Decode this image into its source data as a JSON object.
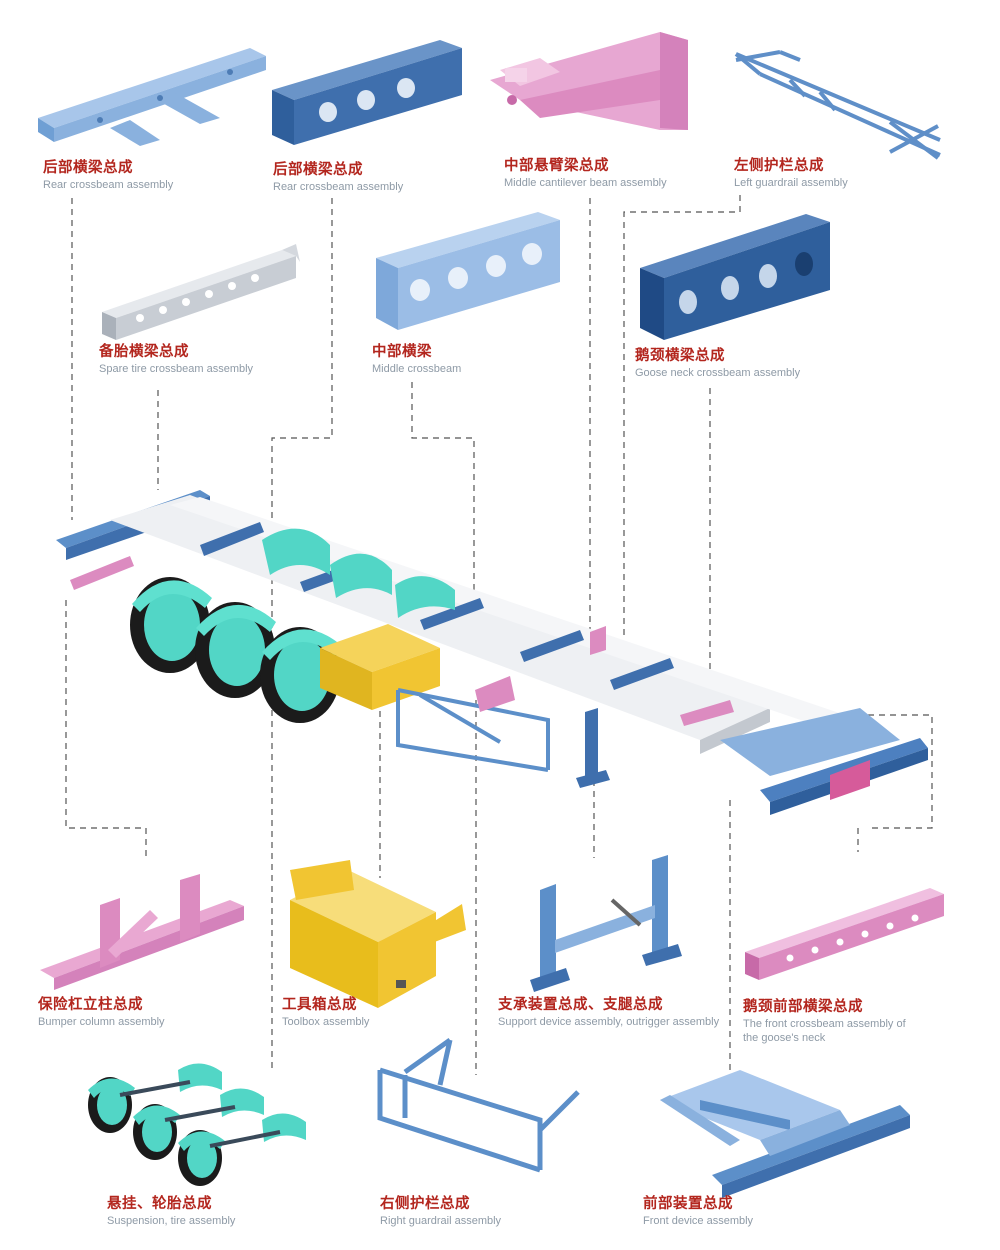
{
  "colors": {
    "label_cn": "#b3261e",
    "label_en": "#8e9aa6",
    "leader_line": "#555555",
    "light_blue": "#8ab1de",
    "mid_blue": "#5c8fc9",
    "dark_blue": "#2f5f9c",
    "pink": "#dc8bc0",
    "grey": "#d4d8de",
    "teal": "#52d6c6",
    "yellow": "#f1c532"
  },
  "labels": {
    "rear_crossbeam_1": {
      "cn": "后部横梁总成",
      "en": "Rear crossbeam assembly"
    },
    "rear_crossbeam_2": {
      "cn": "后部横梁总成",
      "en": "Rear crossbeam assembly"
    },
    "middle_cantilever": {
      "cn": "中部悬臂梁总成",
      "en": "Middle cantilever beam assembly"
    },
    "left_guardrail": {
      "cn": "左侧护栏总成",
      "en": "Left guardrail assembly"
    },
    "spare_tire": {
      "cn": "备胎横梁总成",
      "en": "Spare tire crossbeam assembly"
    },
    "middle_crossbeam": {
      "cn": "中部横梁",
      "en": "Middle crossbeam"
    },
    "goose_neck_crossbeam": {
      "cn": "鹅颈横梁总成",
      "en": "Goose neck crossbeam assembly"
    },
    "bumper_column": {
      "cn": "保险杠立柱总成",
      "en": "Bumper column assembly"
    },
    "toolbox": {
      "cn": "工具箱总成",
      "en": "Toolbox assembly"
    },
    "support_device": {
      "cn": "支承装置总成、支腿总成",
      "en": "Support device assembly, outrigger assembly"
    },
    "goose_neck_front": {
      "cn": "鹅颈前部横梁总成",
      "en": "The front crossbeam assembly of",
      "en2": "the goose's neck"
    },
    "suspension": {
      "cn": "悬挂、轮胎总成",
      "en": "Suspension, tire assembly"
    },
    "right_guardrail": {
      "cn": "右侧护栏总成",
      "en": "Right guardrail assembly"
    },
    "front_device": {
      "cn": "前部装置总成",
      "en": "Front device assembly"
    }
  }
}
